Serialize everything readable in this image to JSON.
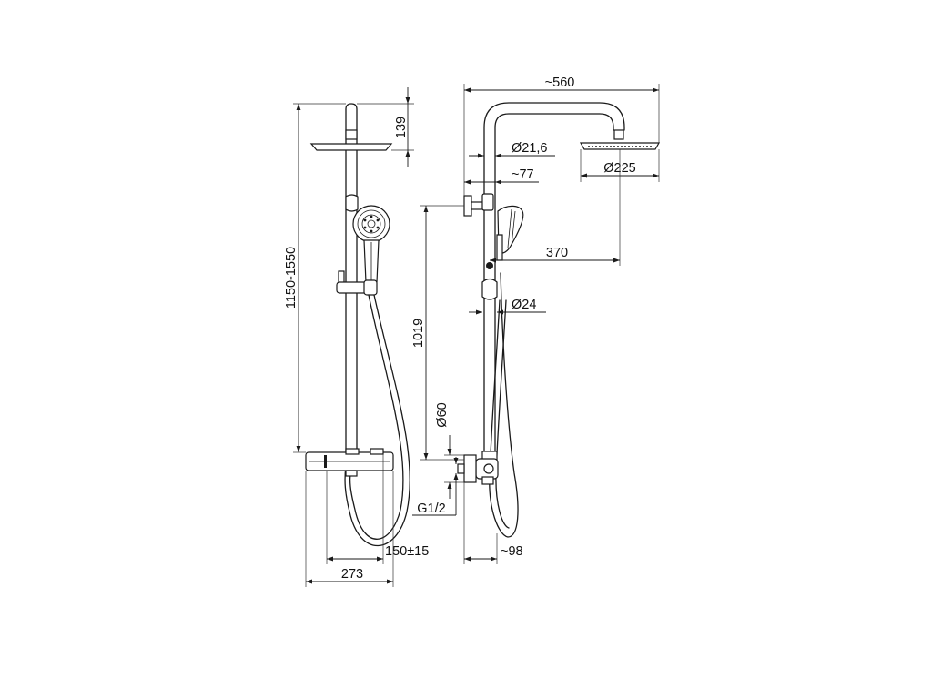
{
  "dimensions": {
    "height_range": "1150-1550",
    "head_height": "139",
    "reach": "~560",
    "pipe_diameter": "Ø21,6",
    "wall_offset": "~77",
    "head_diameter": "Ø225",
    "head_projection": "370",
    "rail_diameter": "Ø24",
    "riser_height": "1019",
    "escutcheon_diameter": "Ø60",
    "thread": "G1/2",
    "hand_offset": "~98",
    "inlet_spacing": "150±15",
    "mixer_width": "273"
  }
}
